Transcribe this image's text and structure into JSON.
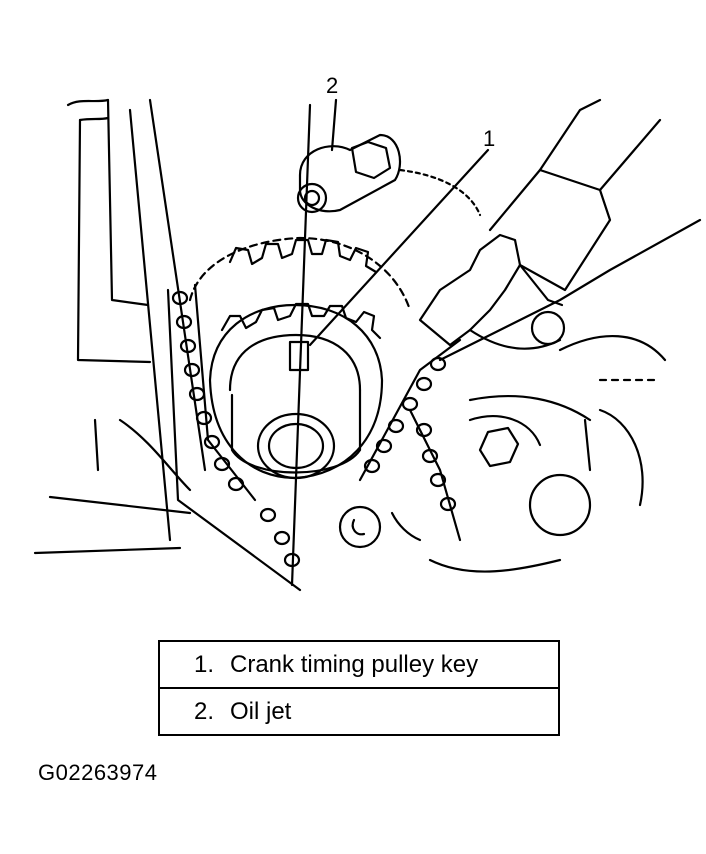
{
  "callouts": {
    "one": "1",
    "two": "2"
  },
  "legend": [
    {
      "number": "1.",
      "label": "Crank timing pulley key"
    },
    {
      "number": "2.",
      "label": "Oil jet"
    }
  ],
  "figure_id": "G02263974"
}
